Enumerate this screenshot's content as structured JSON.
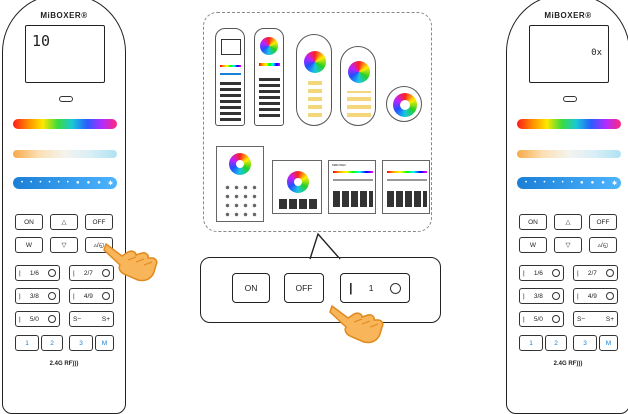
{
  "left_remote": {
    "brand": "MiBOXER®",
    "display": "10",
    "keys": {
      "on": "ON",
      "off": "OFF",
      "w": "W",
      "up": "△",
      "down": "▽",
      "mode": "▵/◵",
      "z16": "1/6",
      "z27": "2/7",
      "z38": "3/8",
      "z49": "4/9",
      "z50": "5/0",
      "s_minus": "S−",
      "s_plus": "S+",
      "m1": "1",
      "m2": "2",
      "m3": "3",
      "m": "M"
    },
    "rf_label": "2.4G RF"
  },
  "right_remote": {
    "brand": "MiBOXER®",
    "display": "0x",
    "keys": {
      "on": "ON",
      "off": "OFF",
      "w": "W",
      "up": "△",
      "down": "▽",
      "mode": "▵/◵",
      "z16": "1/6",
      "z27": "2/7",
      "z38": "3/8",
      "z49": "4/9",
      "z50": "5/0",
      "s_minus": "S−",
      "s_plus": "S+",
      "m1": "1",
      "m2": "2",
      "m3": "3",
      "m": "M"
    },
    "rf_label": "2.4G RF"
  },
  "panel_zoom": {
    "on": "ON",
    "off": "OFF",
    "zone_bar": "|",
    "zone_num": "1"
  },
  "devices": {
    "brand_mark": "MiBOXER"
  },
  "colors": {
    "outline": "#222222",
    "accent_blue": "#1a7fd6",
    "hand_orange": "#f39a2e"
  },
  "icons": [
    "pointing-hand-icon",
    "rf-signal-icon",
    "zone-circle-icon",
    "color-wheel-icon"
  ]
}
